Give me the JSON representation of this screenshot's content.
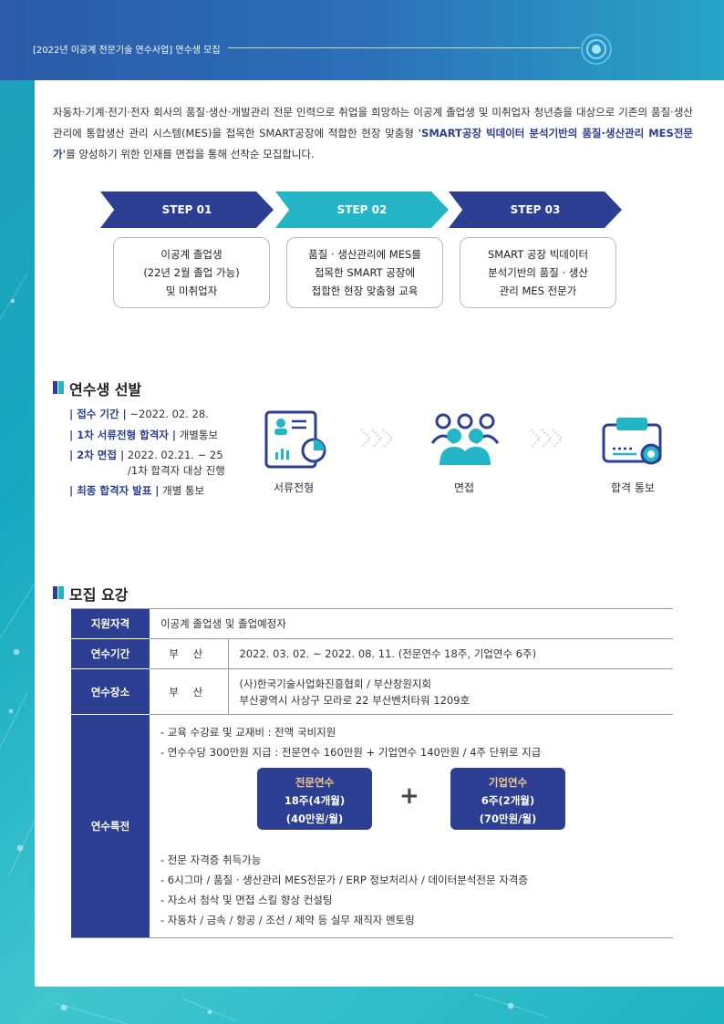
{
  "header": {
    "title": "[2022년 이공계 전문기술 연수사업] 연수생 모집"
  },
  "intro": {
    "text1": "자동차·기계·전기·전자 회사의 품질·생산·개발관리 전문 인력으로 취업을 희망하는 이공계 졸업생 및 미취업자 청년층을 대상으로 기존의 품질·생산관리에 통합생산 관리 시스템(MES)을 접목한 SMART공장에 적합한 현장 맞춤형 ",
    "highlight": "'SMART공장 빅데이터 분석기반의 품질·생산관리 MES전문가'",
    "text2": "를 양성하기 위한 인재를 면접을 통해 선착순 모집합니다."
  },
  "steps": [
    {
      "label": "STEP 01",
      "lines": [
        "이공계 졸업생",
        "(22년 2월 졸업 가능)",
        "및 미취업자"
      ]
    },
    {
      "label": "STEP 02",
      "lines": [
        "품질 · 생산관리에 MES를",
        "접목한 SMART 공장에",
        "접합한 현장 맞춤형 교육"
      ]
    },
    {
      "label": "STEP 03",
      "lines": [
        "SMART 공장 빅데이터",
        "분석기반의 품질 · 생산",
        "관리 MES 전문가"
      ]
    }
  ],
  "selection": {
    "title": "연수생 선발",
    "items": [
      {
        "label": "| 접수 기간 |",
        "value": " ~2022. 02. 28."
      },
      {
        "label": "| 1차 서류전형 합격자 |",
        "value": " 개별통보"
      },
      {
        "label": "| 2차 면접 |",
        "value": " 2022. 02.21. ~ 25",
        "value2": "/1차 합격자 대상 진행"
      },
      {
        "label": "| 최종 합격자 발표 |",
        "value": " 개별 통보"
      }
    ],
    "process": [
      "서류전형",
      "면접",
      "합격 통보"
    ]
  },
  "recruit": {
    "title": "모집 요강",
    "qualification": {
      "label": "지원자격",
      "value": "이공계 졸업생 및 졸업예정자"
    },
    "period": {
      "label": "연수기간",
      "place": "부 산",
      "value": "2022. 03. 02. ~ 2022. 08. 11. (전문연수 18주, 기업연수 6주)"
    },
    "location": {
      "label": "연수장소",
      "place": "부 산",
      "line1": "(사)한국기술사업화진흥협회 / 부산창원지회",
      "line2": "부산광역시 사상구 모라로 22 부산벤처타워 1209호"
    },
    "benefits": {
      "label": "연수특전",
      "lines_top": [
        "- 교육 수강료 및 교재비 : 전액 국비지원",
        "- 연수수당 300만원 지급 : 전문연수 160만원 + 기업연수 140만원 / 4주 단위로 지급"
      ],
      "card1": {
        "title": "전문연수",
        "line1": "18주(4개월)",
        "line2": "(40만원/월)"
      },
      "plus": "+",
      "card2": {
        "title": "기업연수",
        "line1": "6주(2개월)",
        "line2": "(70만원/월)"
      },
      "lines_bottom": [
        "- 전문 자격증 취득가능",
        "- 6시그마 / 품질 · 생산관리 MES전문가 / ERP 정보처리사 / 데이터분석전문 자격증",
        "- 자소서 첨삭 및 면접 스킬 향상 컨설팅",
        "- 자동차 / 금속 / 항공 / 조선 / 제약 등 실무 재직자 멘토링"
      ]
    }
  },
  "colors": {
    "navy": "#2c3f92",
    "teal": "#24b6c6",
    "gold": "#f3c98b"
  },
  "icons": [
    "document-chart-icon",
    "arrow-chevrons-icon",
    "people-group-icon",
    "certificate-icon"
  ]
}
